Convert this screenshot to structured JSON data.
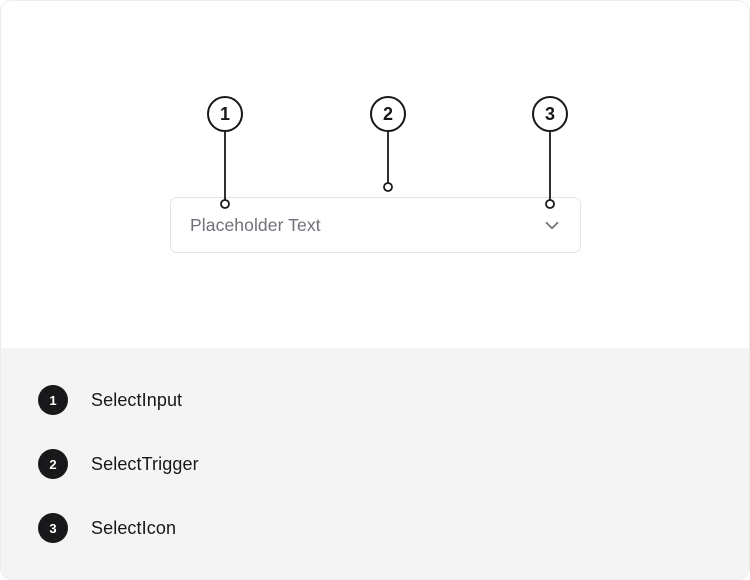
{
  "colors": {
    "panel_background": "#ffffff",
    "legend_background": "#f4f4f5",
    "badge_fill": "#18181b",
    "badge_text": "#ffffff",
    "marker_border": "#18181b",
    "field_border": "#e4e4e7",
    "placeholder_text": "#71717a",
    "label_text": "#18181b",
    "leader_line": "#18181b"
  },
  "preview": {
    "select": {
      "placeholder": "Placeholder Text",
      "icon": "chevron-down-icon"
    },
    "markers": [
      {
        "number": "1",
        "target": "SelectInput"
      },
      {
        "number": "2",
        "target": "SelectTrigger"
      },
      {
        "number": "3",
        "target": "SelectIcon"
      }
    ]
  },
  "legend": {
    "items": [
      {
        "number": "1",
        "label": "SelectInput"
      },
      {
        "number": "2",
        "label": "SelectTrigger"
      },
      {
        "number": "3",
        "label": "SelectIcon"
      }
    ]
  }
}
